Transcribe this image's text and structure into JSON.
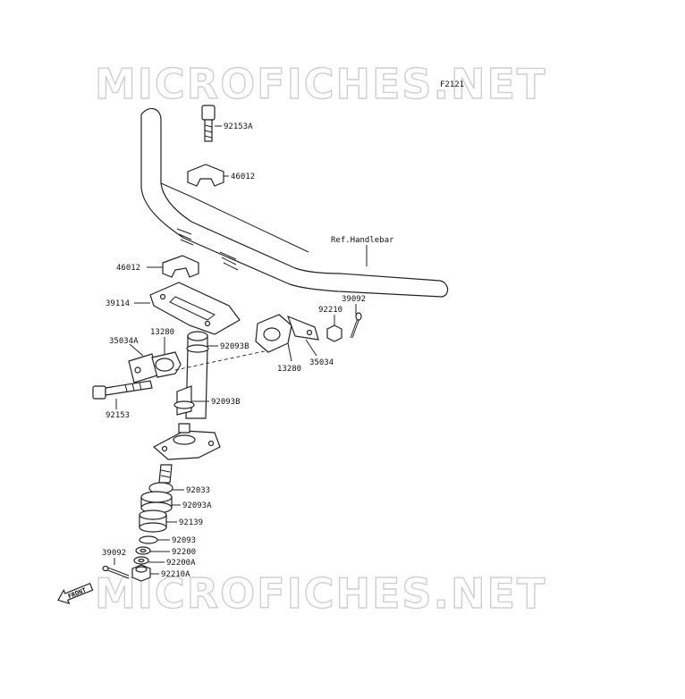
{
  "diagram": {
    "code": "F2121",
    "watermark_top": "MICROFICHES.NET",
    "watermark_bottom": "MICROFICHES.NET",
    "front_label": "FRONT",
    "ref_label": "Ref.Handlebar",
    "parts": {
      "p92153A": "92153A",
      "p46012a": "46012",
      "p46012b": "46012",
      "p39114": "39114",
      "p13280a": "13280",
      "p35034A": "35034A",
      "p92093B_a": "92093B",
      "p92153": "92153",
      "p92093B_b": "92093B",
      "p39092a": "39092",
      "p92210": "92210",
      "p35034": "35034",
      "p13280b": "13280",
      "p92033": "92033",
      "p92093A": "92093A",
      "p92139": "92139",
      "p92093": "92093",
      "p92200": "92200",
      "p92200A": "92200A",
      "p39092b": "39092",
      "p92210A": "92210A"
    }
  }
}
